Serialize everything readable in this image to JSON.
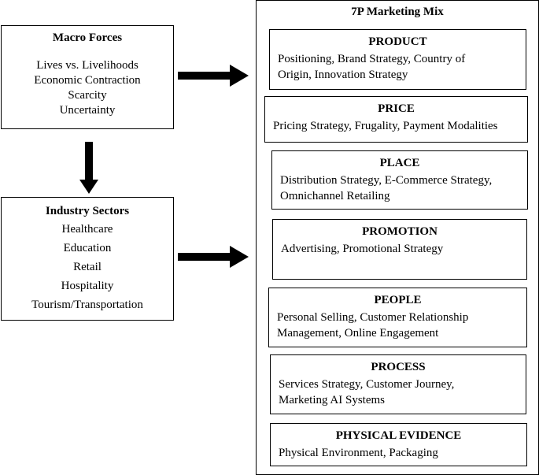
{
  "macro": {
    "title": "Macro Forces",
    "items": [
      "Lives vs. Livelihoods",
      "Economic Contraction",
      "Scarcity",
      "Uncertainty"
    ]
  },
  "industry": {
    "title": "Industry Sectors",
    "items": [
      "Healthcare",
      "Education",
      "Retail",
      "Hospitality",
      "Tourism/Transportation"
    ]
  },
  "mix": {
    "title": "7P Marketing Mix",
    "items": [
      {
        "title": "PRODUCT",
        "lines": [
          "Positioning, Brand Strategy, Country of",
          "Origin, Innovation Strategy"
        ]
      },
      {
        "title": "PRICE",
        "lines": [
          "Pricing Strategy, Frugality, Payment Modalities"
        ]
      },
      {
        "title": "PLACE",
        "lines": [
          "Distribution Strategy, E-Commerce Strategy,",
          "Omnichannel Retailing"
        ]
      },
      {
        "title": "PROMOTION",
        "lines": [
          "Advertising, Promotional Strategy"
        ]
      },
      {
        "title": "PEOPLE",
        "lines": [
          "Personal Selling, Customer Relationship",
          "Management, Online Engagement"
        ]
      },
      {
        "title": "PROCESS",
        "lines": [
          "Services Strategy, Customer Journey,",
          "Marketing AI Systems"
        ]
      },
      {
        "title": "PHYSICAL EVIDENCE",
        "lines": [
          "Physical Environment, Packaging"
        ]
      }
    ]
  }
}
